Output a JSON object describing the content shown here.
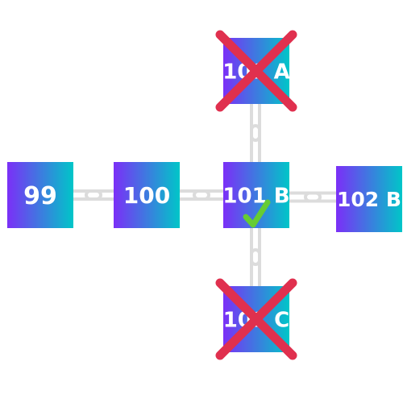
{
  "blocks": [
    {
      "id": "b99",
      "label": "99",
      "status": "none"
    },
    {
      "id": "b100",
      "label": "100",
      "status": "none"
    },
    {
      "id": "b101a",
      "label": "101 A",
      "status": "rejected"
    },
    {
      "id": "b101b",
      "label": "101 B",
      "status": "accepted"
    },
    {
      "id": "b101c",
      "label": "101 C",
      "status": "rejected"
    },
    {
      "id": "b102b",
      "label": "102 B",
      "status": "none"
    }
  ],
  "links": [
    {
      "from": "b99",
      "to": "b100"
    },
    {
      "from": "b100",
      "to": "b101b"
    },
    {
      "from": "b101b",
      "to": "b102b"
    },
    {
      "from": "b101a",
      "to": "b101b"
    },
    {
      "from": "b101b",
      "to": "b101c"
    }
  ],
  "colors": {
    "gradient_start": "#7b2ff7",
    "gradient_end": "#00c6c8",
    "chain": "#dcdcdc",
    "reject_cross": "#e0304e",
    "accept_check": "#66cc33",
    "text": "#ffffff"
  },
  "icons": {
    "link": "chain-link-icon",
    "reject": "cross-mark-icon",
    "accept": "check-mark-icon"
  }
}
